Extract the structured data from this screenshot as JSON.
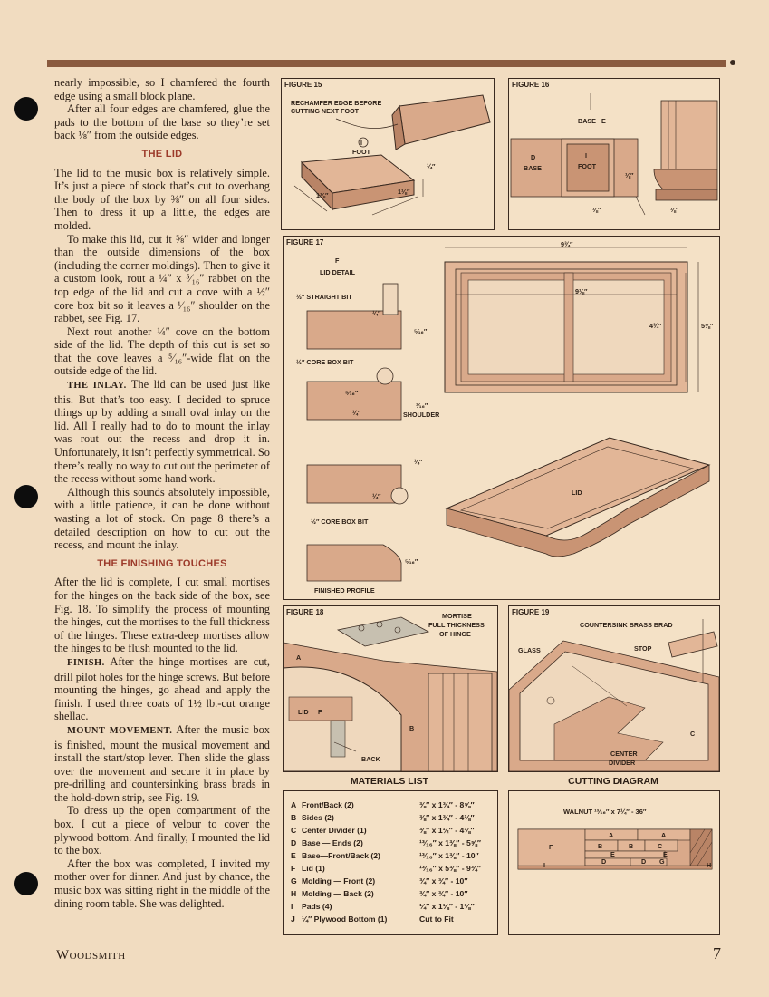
{
  "text_column": {
    "p1": "nearly impossible, so I chamfered the fourth edge using a small block plane.",
    "p2": "After all four edges are chamfered, glue the pads to the bottom of the base so they’re set back ⅛″ from the outside edges.",
    "h_lid": "THE LID",
    "p3": "The lid to the music box is relatively simple. It’s just a piece of stock that’s cut to overhang the body of the box by ⅜″ on all four sides. Then to dress it up a little, the edges are molded.",
    "p4": "To make this lid, cut it ⅝″ wider and longer than the outside dimensions of the box (including the corner moldings). Then to give it a custom look, rout a ¼″ x ⁵⁄₁₆″ rabbet on the top edge of the lid and cut a cove with a ½″ core box bit so it leaves a ¹⁄₁₆″ shoulder on the rabbet, see Fig. 17.",
    "p5": "Next rout another ¼″ cove on the bottom side of the lid. The depth of this cut is set so that the cove leaves a ⁵⁄₁₆″-wide flat on the outside edge of the lid.",
    "inlay_head": "THE INLAY.",
    "p6": " The lid can be used just like this. But that’s too easy. I decided to spruce things up by adding a small oval inlay on the lid. All I really had to do to mount the inlay was rout out the recess and drop it in. Unfortunately, it isn’t perfectly symmetrical. So there’s really no way to cut out the perimeter of the recess without some hand work.",
    "p7": "Although this sounds absolutely impossible, with a little patience, it can be done without wasting a lot of stock. On page 8 there’s a detailed description on how to cut out the recess, and mount the inlay.",
    "h_finishing": "THE FINISHING TOUCHES",
    "p8": "After the lid is complete, I cut small mortises for the hinges on the back side of the box, see Fig. 18. To simplify the process of mounting the hinges, cut the mortises to the full thickness of the hinges. These extra-deep mortises allow the hinges to be flush mounted to the lid.",
    "finish_head": "FINISH.",
    "p9": " After the hinge mortises are cut, drill pilot holes for the hinge screws. But before mounting the hinges, go ahead and apply the finish. I used three coats of 1½ lb.-cut orange shellac.",
    "mount_head": "MOUNT MOVEMENT.",
    "p10": " After the music box is finished, mount the musical movement and install the start/stop lever. Then slide the glass over the movement and secure it in place by pre-drilling and countersinking brass brads in the hold-down strip, see Fig. 19.",
    "p11": "To dress up the open compartment of the box, I cut a piece of velour to cover the plywood bottom. And finally, I mounted the lid to the box.",
    "p12": "After the box was completed, I invited my mother over for dinner. And just by chance, the music box was sitting right in the middle of the dining room table. She was delighted."
  },
  "fig15": {
    "label": "FIGURE 15",
    "callout1": "RECHAMFER EDGE BEFORE",
    "callout2": "CUTTING NEXT FOOT",
    "part_letter": "I",
    "part_name": "FOOT",
    "dim_left": "1⅛″",
    "dim_right": "1⅛″",
    "dim_side": "¼″"
  },
  "fig16": {
    "label": "FIGURE 16",
    "base_e": "BASE",
    "base_e_letter": "E",
    "base_d_letter": "D",
    "base_d": "BASE",
    "foot_letter": "I",
    "foot": "FOOT",
    "dim_a": "⅛″",
    "dim_b": "⅛″",
    "dim_c": "⅛″"
  },
  "fig17": {
    "label": "FIGURE 17",
    "lid_letter": "F",
    "lid_detail": "LID DETAIL",
    "straight_bit": "½″ STRAIGHT BIT",
    "core_box_bit": "½″ CORE BOX BIT",
    "core_box_bit_2": "½″ CORE BOX BIT",
    "shoulder": "SHOULDER",
    "finished_profile": "FINISHED PROFILE",
    "lid_label": "LID",
    "dim_quarter": "¼″",
    "dim_5_16": "⁵⁄₁₆″",
    "dim_5_16b": "⁵⁄₁₆″",
    "dim_1_16": "¹⁄₁₆″",
    "dim_quarter_b": "¼″",
    "dim_quarter_c": "¼″",
    "dim_quarter_d": "¼″",
    "dim_5_16c": "⁵⁄₁₆″",
    "overall_w": "9¾″",
    "inner_w": "9⅛″",
    "inner_h": "4¾″",
    "overall_h": "5⅜″"
  },
  "fig18": {
    "label": "FIGURE 18",
    "callout1": "MORTISE",
    "callout2": "FULL THICKNESS",
    "callout3": "OF HINGE",
    "a_letter": "A",
    "b_letter": "B",
    "lid": "LID",
    "lid_letter": "F",
    "back": "BACK"
  },
  "fig19": {
    "label": "FIGURE 19",
    "countersink": "COUNTERSINK BRASS BRAD",
    "glass": "GLASS",
    "stop": "STOP",
    "center1": "CENTER",
    "center2": "DIVIDER",
    "c_letter": "C"
  },
  "materials": {
    "title": "MATERIALS LIST",
    "rows": [
      {
        "letter": "A",
        "name": "Front/Back (2)",
        "dim": "⅜″ x 1¾″ - 8⅝″"
      },
      {
        "letter": "B",
        "name": "Sides (2)",
        "dim": "⅜″ x 1¾″ - 4⅛″"
      },
      {
        "letter": "C",
        "name": "Center Divider (1)",
        "dim": "⅜″ x 1½″ - 4⅛″"
      },
      {
        "letter": "D",
        "name": "Base — Ends (2)",
        "dim": "¹³⁄₁₆″ x 1⅜″ - 5⅝″"
      },
      {
        "letter": "E",
        "name": "Base—Front/Back (2)",
        "dim": "¹³⁄₁₆″ x 1⅜″ - 10″"
      },
      {
        "letter": "F",
        "name": "Lid (1)",
        "dim": "¹³⁄₁₆″ x 5⅜″ - 9¾″"
      },
      {
        "letter": "G",
        "name": "Molding — Front (2)",
        "dim": "¾″ x ¾″ - 10″"
      },
      {
        "letter": "H",
        "name": "Molding — Back (2)",
        "dim": "¾″ x ¾″ - 10″"
      },
      {
        "letter": "I",
        "name": "Pads (4)",
        "dim": "¼″ x 1⅛″ - 1⅛″"
      },
      {
        "letter": "J",
        "name": "¼″ Plywood Bottom (1)",
        "dim": "Cut to Fit"
      }
    ]
  },
  "cutting": {
    "title": "CUTTING DIAGRAM",
    "walnut": "WALNUT ¹³⁄₁₆″ x 7¼″ - 36″",
    "labels": {
      "A1": "A",
      "A2": "A",
      "B1": "B",
      "B2": "B",
      "C": "C",
      "D1": "D",
      "D2": "D",
      "E1": "E",
      "E2": "E",
      "F": "F",
      "G": "G",
      "H": "H",
      "I": "I"
    }
  },
  "footer": {
    "brand": "Woodsmith",
    "page": "7"
  },
  "colors": {
    "page_bg": "#f1dcc0",
    "wood": "#d9a98a",
    "wood_dark": "#b98466",
    "accent_red": "#9c3a2a"
  }
}
